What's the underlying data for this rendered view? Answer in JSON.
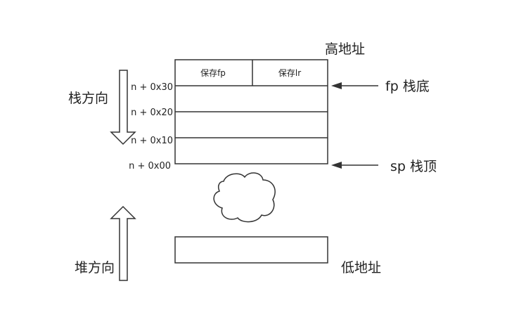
{
  "labels": {
    "high_address": "高地址",
    "low_address": "低地址",
    "stack_direction": "栈方向",
    "heap_direction": "堆方向",
    "fp_stack_bottom": "fp 栈底",
    "sp_stack_top": "sp 栈顶"
  },
  "stack_cells": {
    "save_fp": "保存fp",
    "save_lr": "保存lr"
  },
  "offsets": [
    "n + 0x30",
    "n + 0x20",
    "n + 0x10",
    "n + 0x00"
  ],
  "colors": {
    "stroke": "#333333",
    "arrow_fill": "#333333",
    "text": "#222222",
    "background": "#ffffff"
  }
}
